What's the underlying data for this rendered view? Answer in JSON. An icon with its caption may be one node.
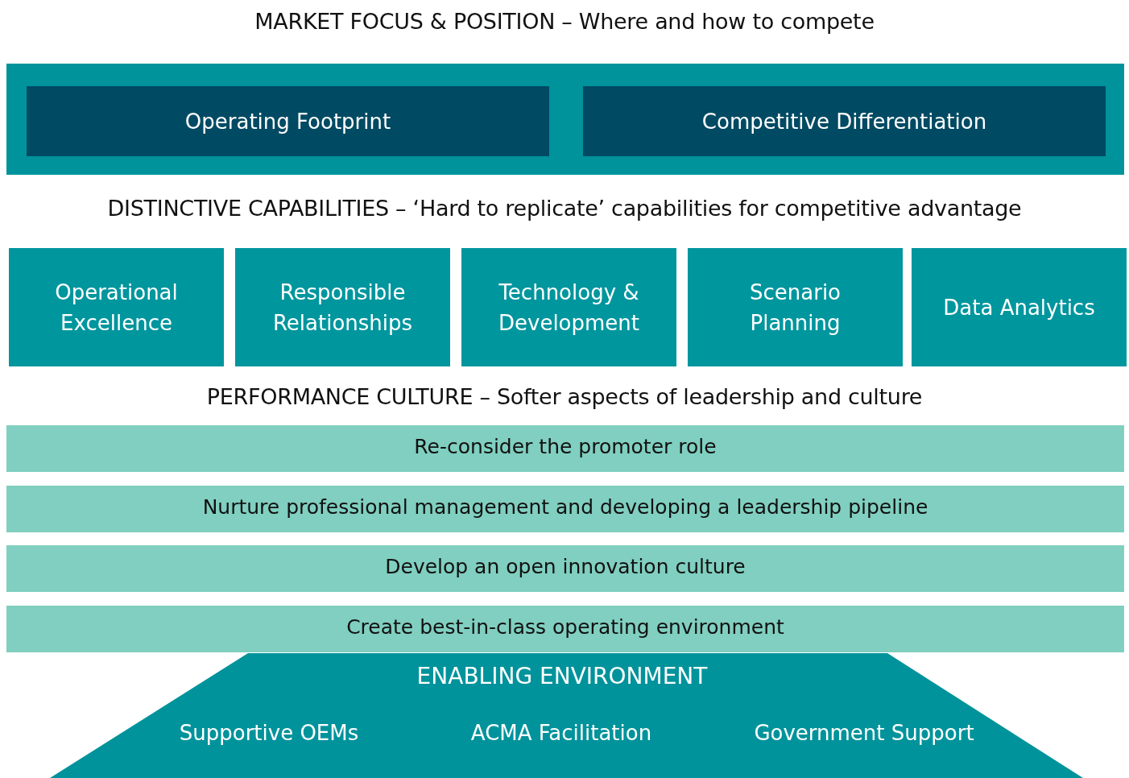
{
  "diagram": {
    "nodes": [
      {
        "text": [
          "MARKET FOCUS & POSITION – Where and how to compete"
        ]
      },
      {
        "text": [
          "Operating Footprint"
        ],
        "in": 0
      },
      {
        "text": [
          "Competitive Differentiation"
        ],
        "in": 0
      },
      {
        "text": [
          "Operational Excellence"
        ]
      },
      {
        "text": [
          "Responsible Relationships"
        ]
      },
      {
        "text": [
          "Technology & Development"
        ]
      },
      {
        "text": [
          "Scenario Planning"
        ]
      },
      {
        "text": [
          "Data Analytics"
        ]
      },
      {
        "text": [
          "Re-consider the promoter role"
        ]
      },
      {
        "text": [
          "Nurture professional management and developing a leadership pipeline"
        ]
      },
      {
        "text": [
          "Develop an open innovation culture"
        ]
      },
      {
        "text": [
          "Create best-in-class operating environment"
        ]
      },
      {
        "text": [
          "ENABLING ENVIRONMENT",
          "Supportive OEMs",
          "ACMA Facilitation",
          "Government Support"
        ]
      }
    ],
    "labels": [
      "DISTINCTIVE CAPABILITIES – ‘Hard to replicate’ capabilities for competitive advantage",
      "PERFORMANCE CULTURE – Softer aspects of leadership and culture"
    ]
  }
}
